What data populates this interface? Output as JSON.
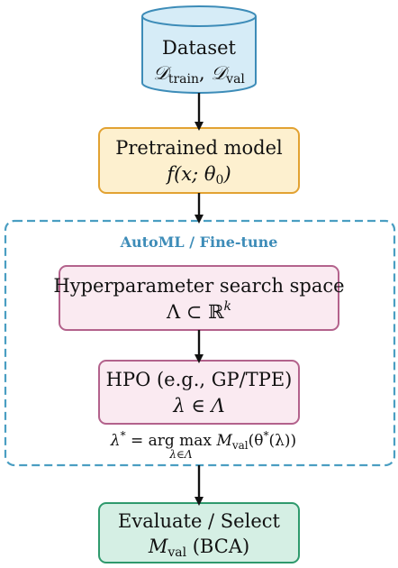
{
  "colors": {
    "dataset_fill": "#d6ecf7",
    "dataset_stroke": "#3d8cb8",
    "pretrained_fill": "#fdf0cf",
    "pretrained_stroke": "#e2a232",
    "hpo_fill": "#faeaf1",
    "hpo_stroke": "#b3628c",
    "eval_fill": "#d5efe4",
    "eval_stroke": "#2f9a6d",
    "group_stroke": "#4a9ec2",
    "group_title": "#3d8cb8",
    "arrow": "#111111"
  },
  "nodes": {
    "dataset": {
      "label": "Dataset",
      "math": {
        "d1": "𝒟",
        "d1_sub": "train",
        "sep": ", ",
        "d2": "𝒟",
        "d2_sub": "val"
      }
    },
    "pretrained": {
      "label": "Pretrained model",
      "math": "f(x; θ",
      "math_sub": "0",
      "math_end": ")"
    },
    "search_space": {
      "label": "Hyperparameter search space",
      "math": "Λ ⊂ ℝ",
      "math_sup": "k"
    },
    "hpo": {
      "label": "HPO (e.g., GP/TPE)",
      "math": "λ ∈ Λ"
    },
    "evaluate": {
      "label": "Evaluate / Select",
      "math": "M",
      "math_sub": "val",
      "math_end": " (BCA)"
    }
  },
  "group": {
    "title": "AutoML / Fine-tune"
  },
  "formula": {
    "lhs": "λ",
    "lhs_sup": "*",
    "eq": " = arg max ",
    "under": "λ∈Λ",
    "m": "M",
    "m_sub": "val",
    "rest": "(θ",
    "rest_sup": "*",
    "tail": "(λ))"
  }
}
